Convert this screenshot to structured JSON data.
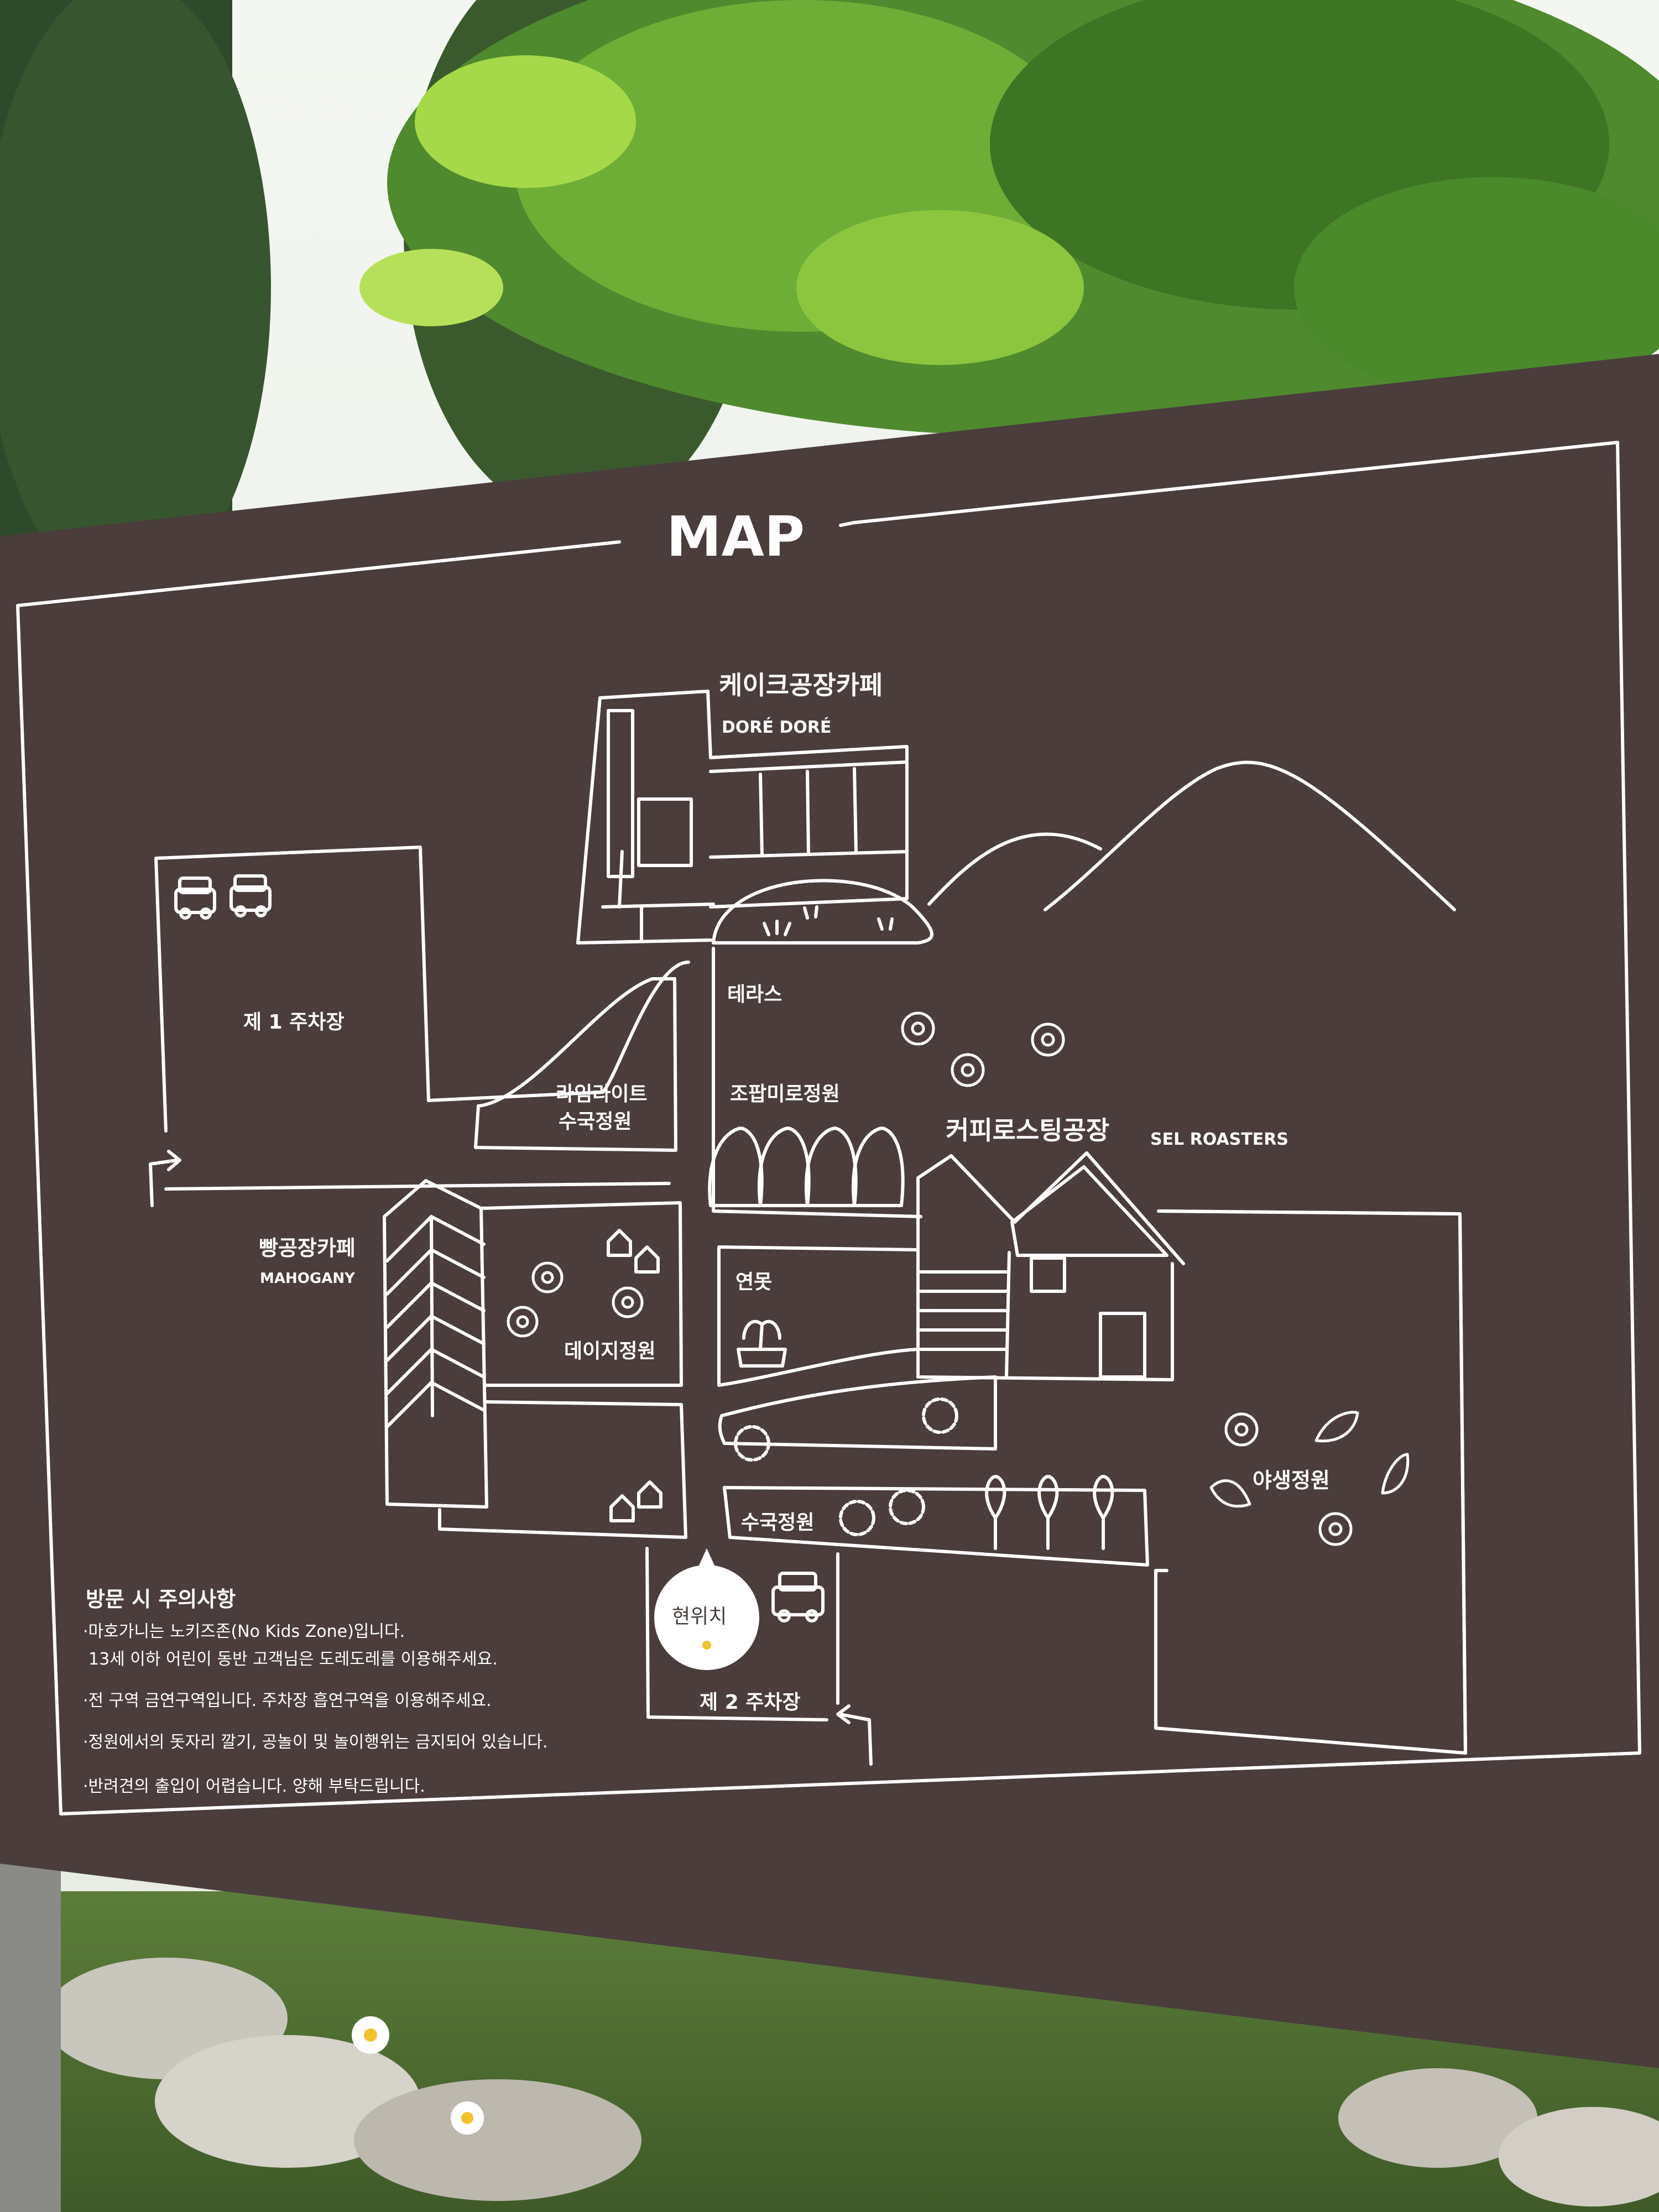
{
  "sign": {
    "title": "MAP",
    "colors": {
      "board": "#4a3d3c",
      "line": "#ffffff",
      "foliage": "#6aa33a"
    }
  },
  "places": {
    "cake_cafe": {
      "ko": "케이크공장카페",
      "en": "DORÉ DORÉ"
    },
    "parking1": "제 1 주차장",
    "terrace": "테라스",
    "limelight": {
      "line1": "라임라이트",
      "line2": "수국정원"
    },
    "topiary": "조팝미로정원",
    "roastery": {
      "ko": "커피로스팅공장",
      "en": "SEL ROASTERS"
    },
    "bakery": {
      "ko": "빵공장카페",
      "en": "MAHOGANY"
    },
    "daisy": "데이지정원",
    "pond": "연못",
    "hydrangea": "수국정원",
    "wild": "야생정원",
    "current": "현위치",
    "parking2": "제 2 주차장"
  },
  "notice": {
    "title": "방문 시 주의사항",
    "lines": [
      "·마호가니는 노키즈존(No Kids Zone)입니다.",
      "13세 이하 어린이 동반 고객님은 도레도레를 이용해주세요.",
      "·전 구역 금연구역입니다. 주차장 흡연구역을 이용해주세요.",
      "·정원에서의 돗자리 깔기, 공놀이 및 놀이행위는 금지되어 있습니다.",
      "·반려견의 출입이 어렵습니다. 양해 부탁드립니다."
    ]
  }
}
